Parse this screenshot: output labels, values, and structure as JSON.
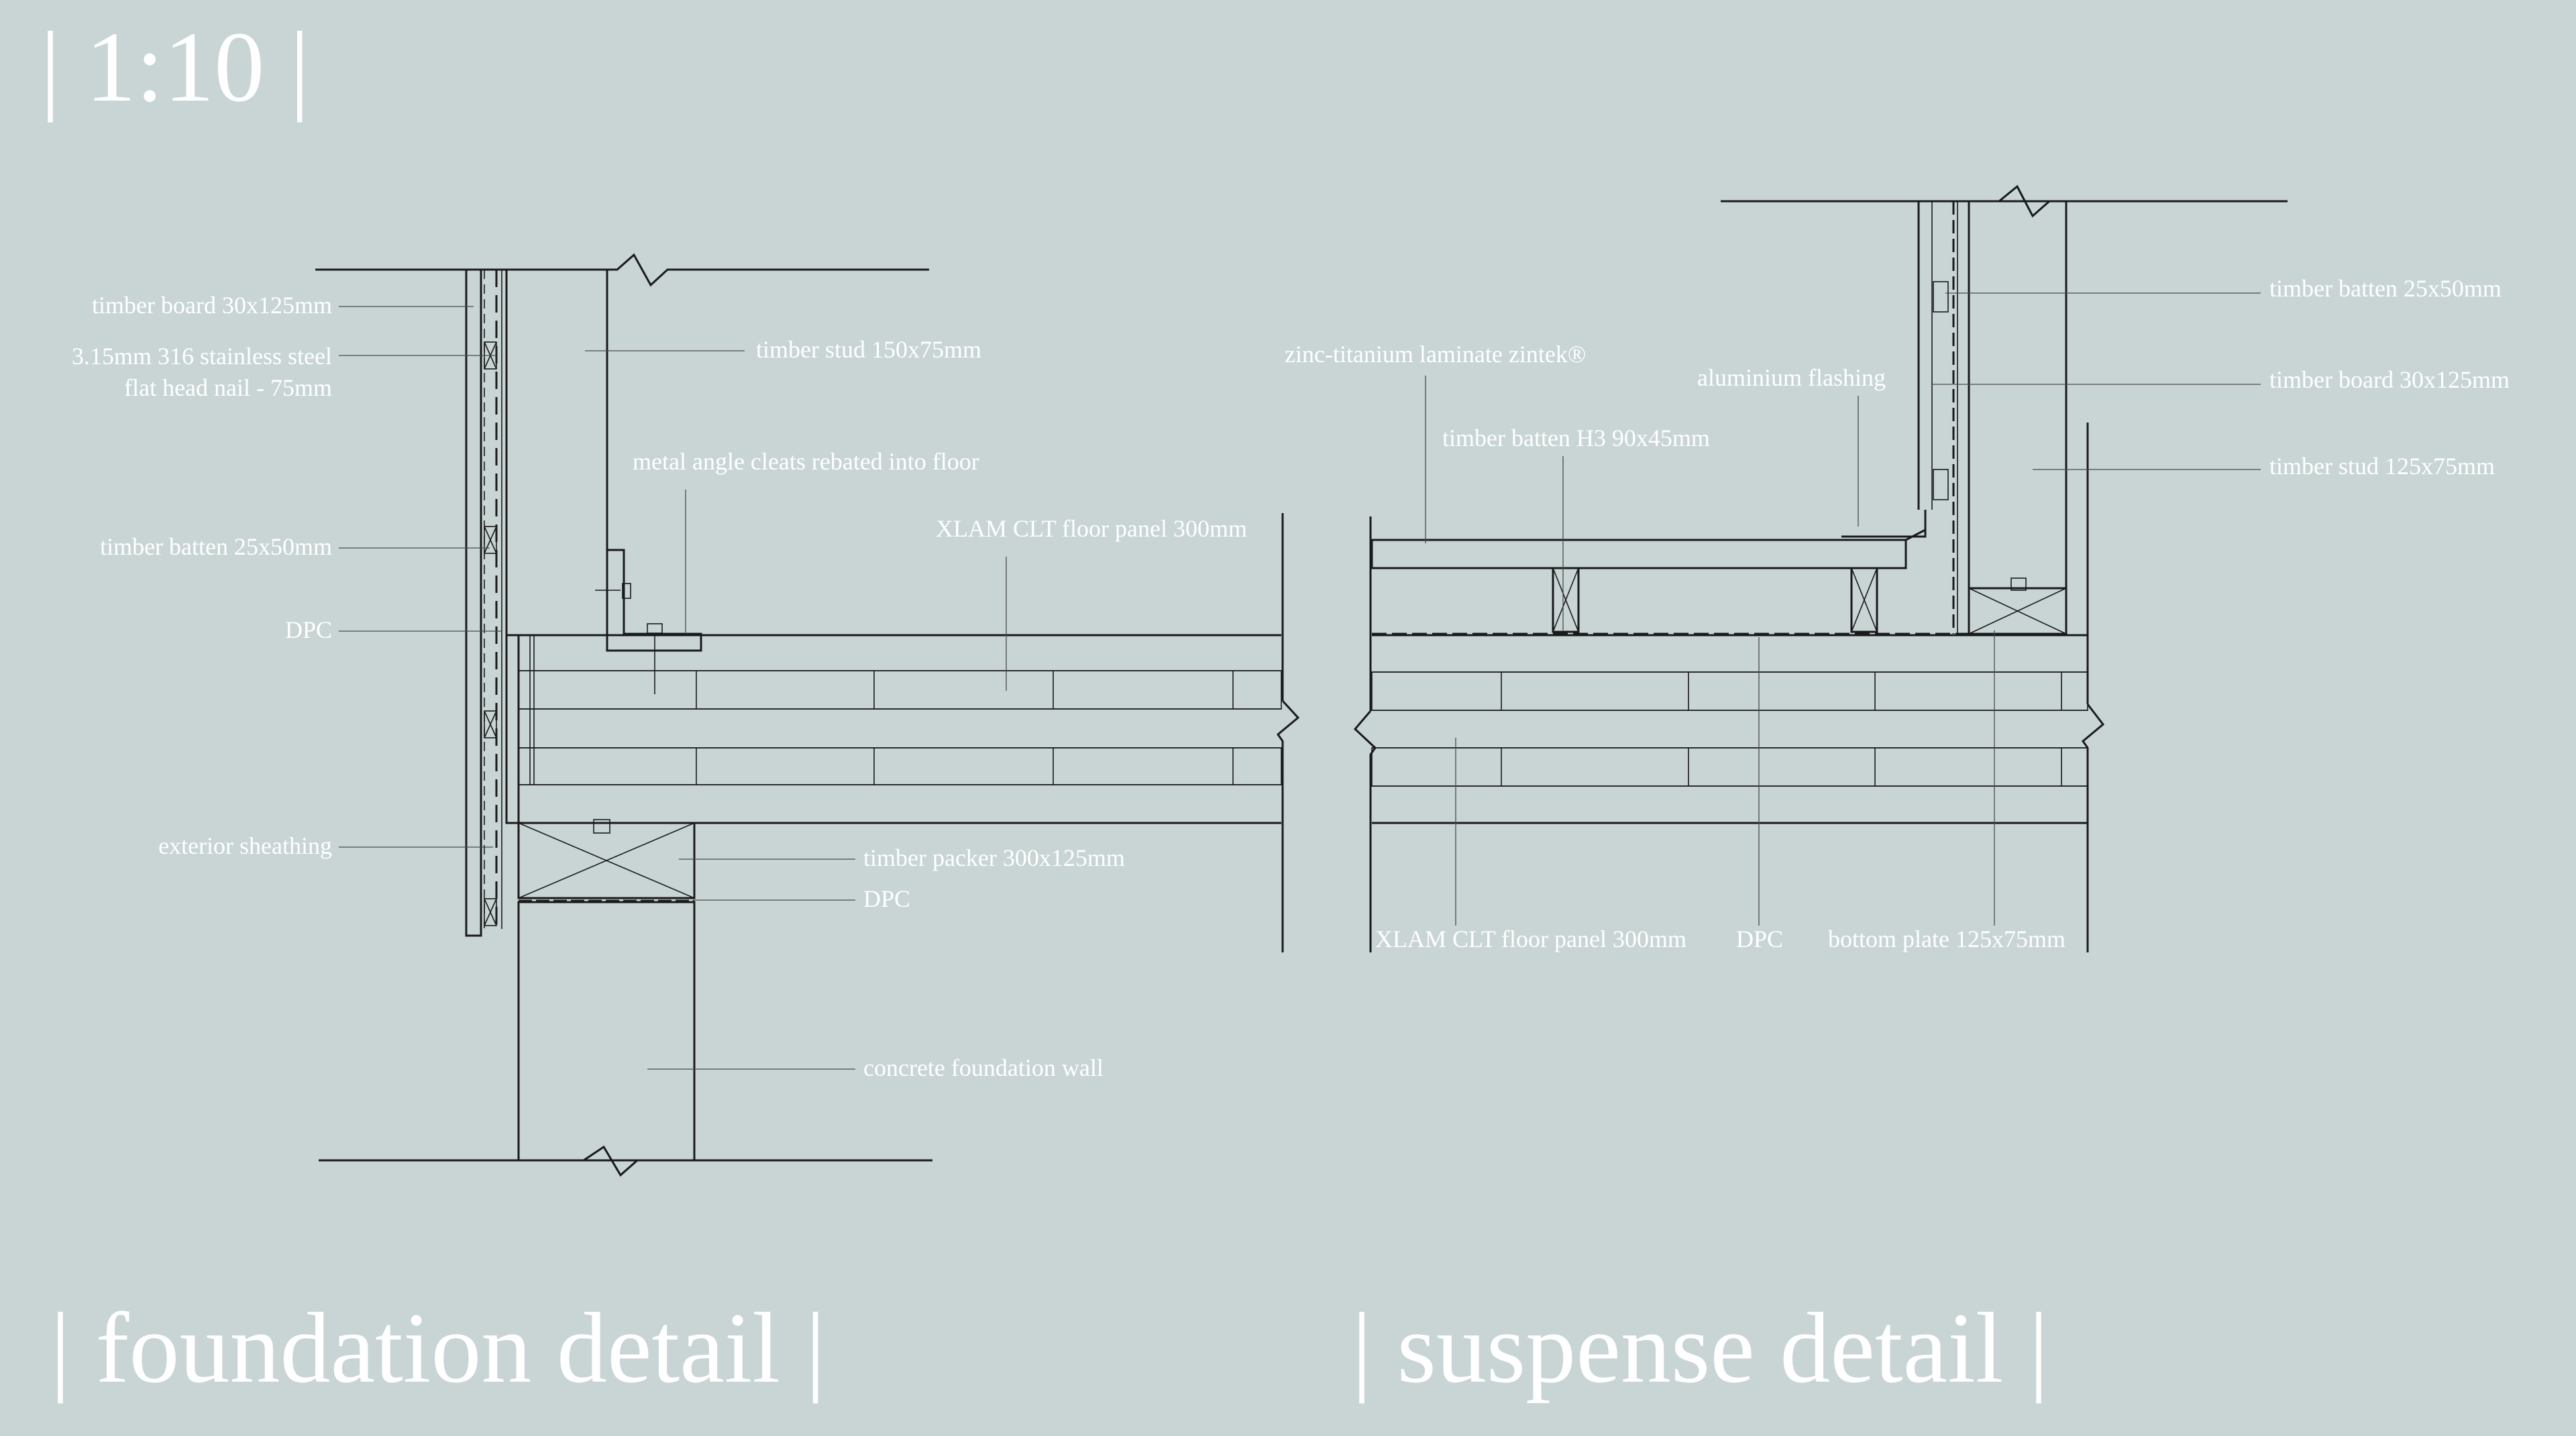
{
  "scale": "| 1:10 |",
  "foundation": {
    "title": "| foundation detail |",
    "labels": {
      "timber_board": "timber board 30x125mm",
      "nail_line1": "3.15mm 316 stainless steel",
      "nail_line2": "flat head nail - 75mm",
      "batten": "timber batten 25x50mm",
      "dpc_left": "DPC",
      "sheathing": "exterior sheathing",
      "stud": "timber stud 150x75mm",
      "cleats": "metal angle cleats rebated into floor",
      "clt": "XLAM CLT floor panel 300mm",
      "packer": "timber packer 300x125mm",
      "dpc_right": "DPC",
      "concrete": "concrete foundation wall"
    }
  },
  "suspense": {
    "title": "| suspense detail |",
    "labels": {
      "zinc": "zinc-titanium laminate zintek®",
      "flashing": "aluminium flashing",
      "batten_h3": "timber batten H3 90x45mm",
      "batten": "timber batten 25x50mm",
      "board": "timber board 30x125mm",
      "stud": "timber stud 125x75mm",
      "clt": "XLAM CLT floor panel 300mm",
      "dpc": "DPC",
      "bottom_plate": "bottom plate 125x75mm"
    }
  },
  "colors": {
    "background": "#c9d5d5",
    "linework": "#1a1a1a",
    "text": "#ffffff"
  }
}
